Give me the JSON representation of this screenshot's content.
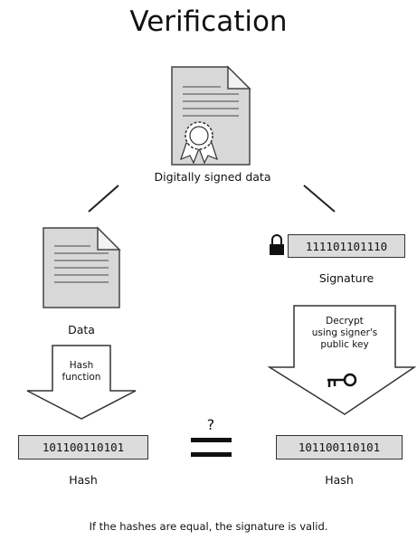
{
  "title": "Verification",
  "signed_label": "Digitally signed data",
  "data_label": "Data",
  "signature_bits": "111101101110",
  "signature_label": "Signature",
  "hash_function_text": "Hash\nfunction",
  "decrypt_text": "Decrypt\nusing signer's\npublic key",
  "question": "?",
  "hash_left_bits": "101100110101",
  "hash_right_bits": "101100110101",
  "hash_left_label": "Hash",
  "hash_right_label": "Hash",
  "footer": "If the hashes are equal, the signature is valid."
}
